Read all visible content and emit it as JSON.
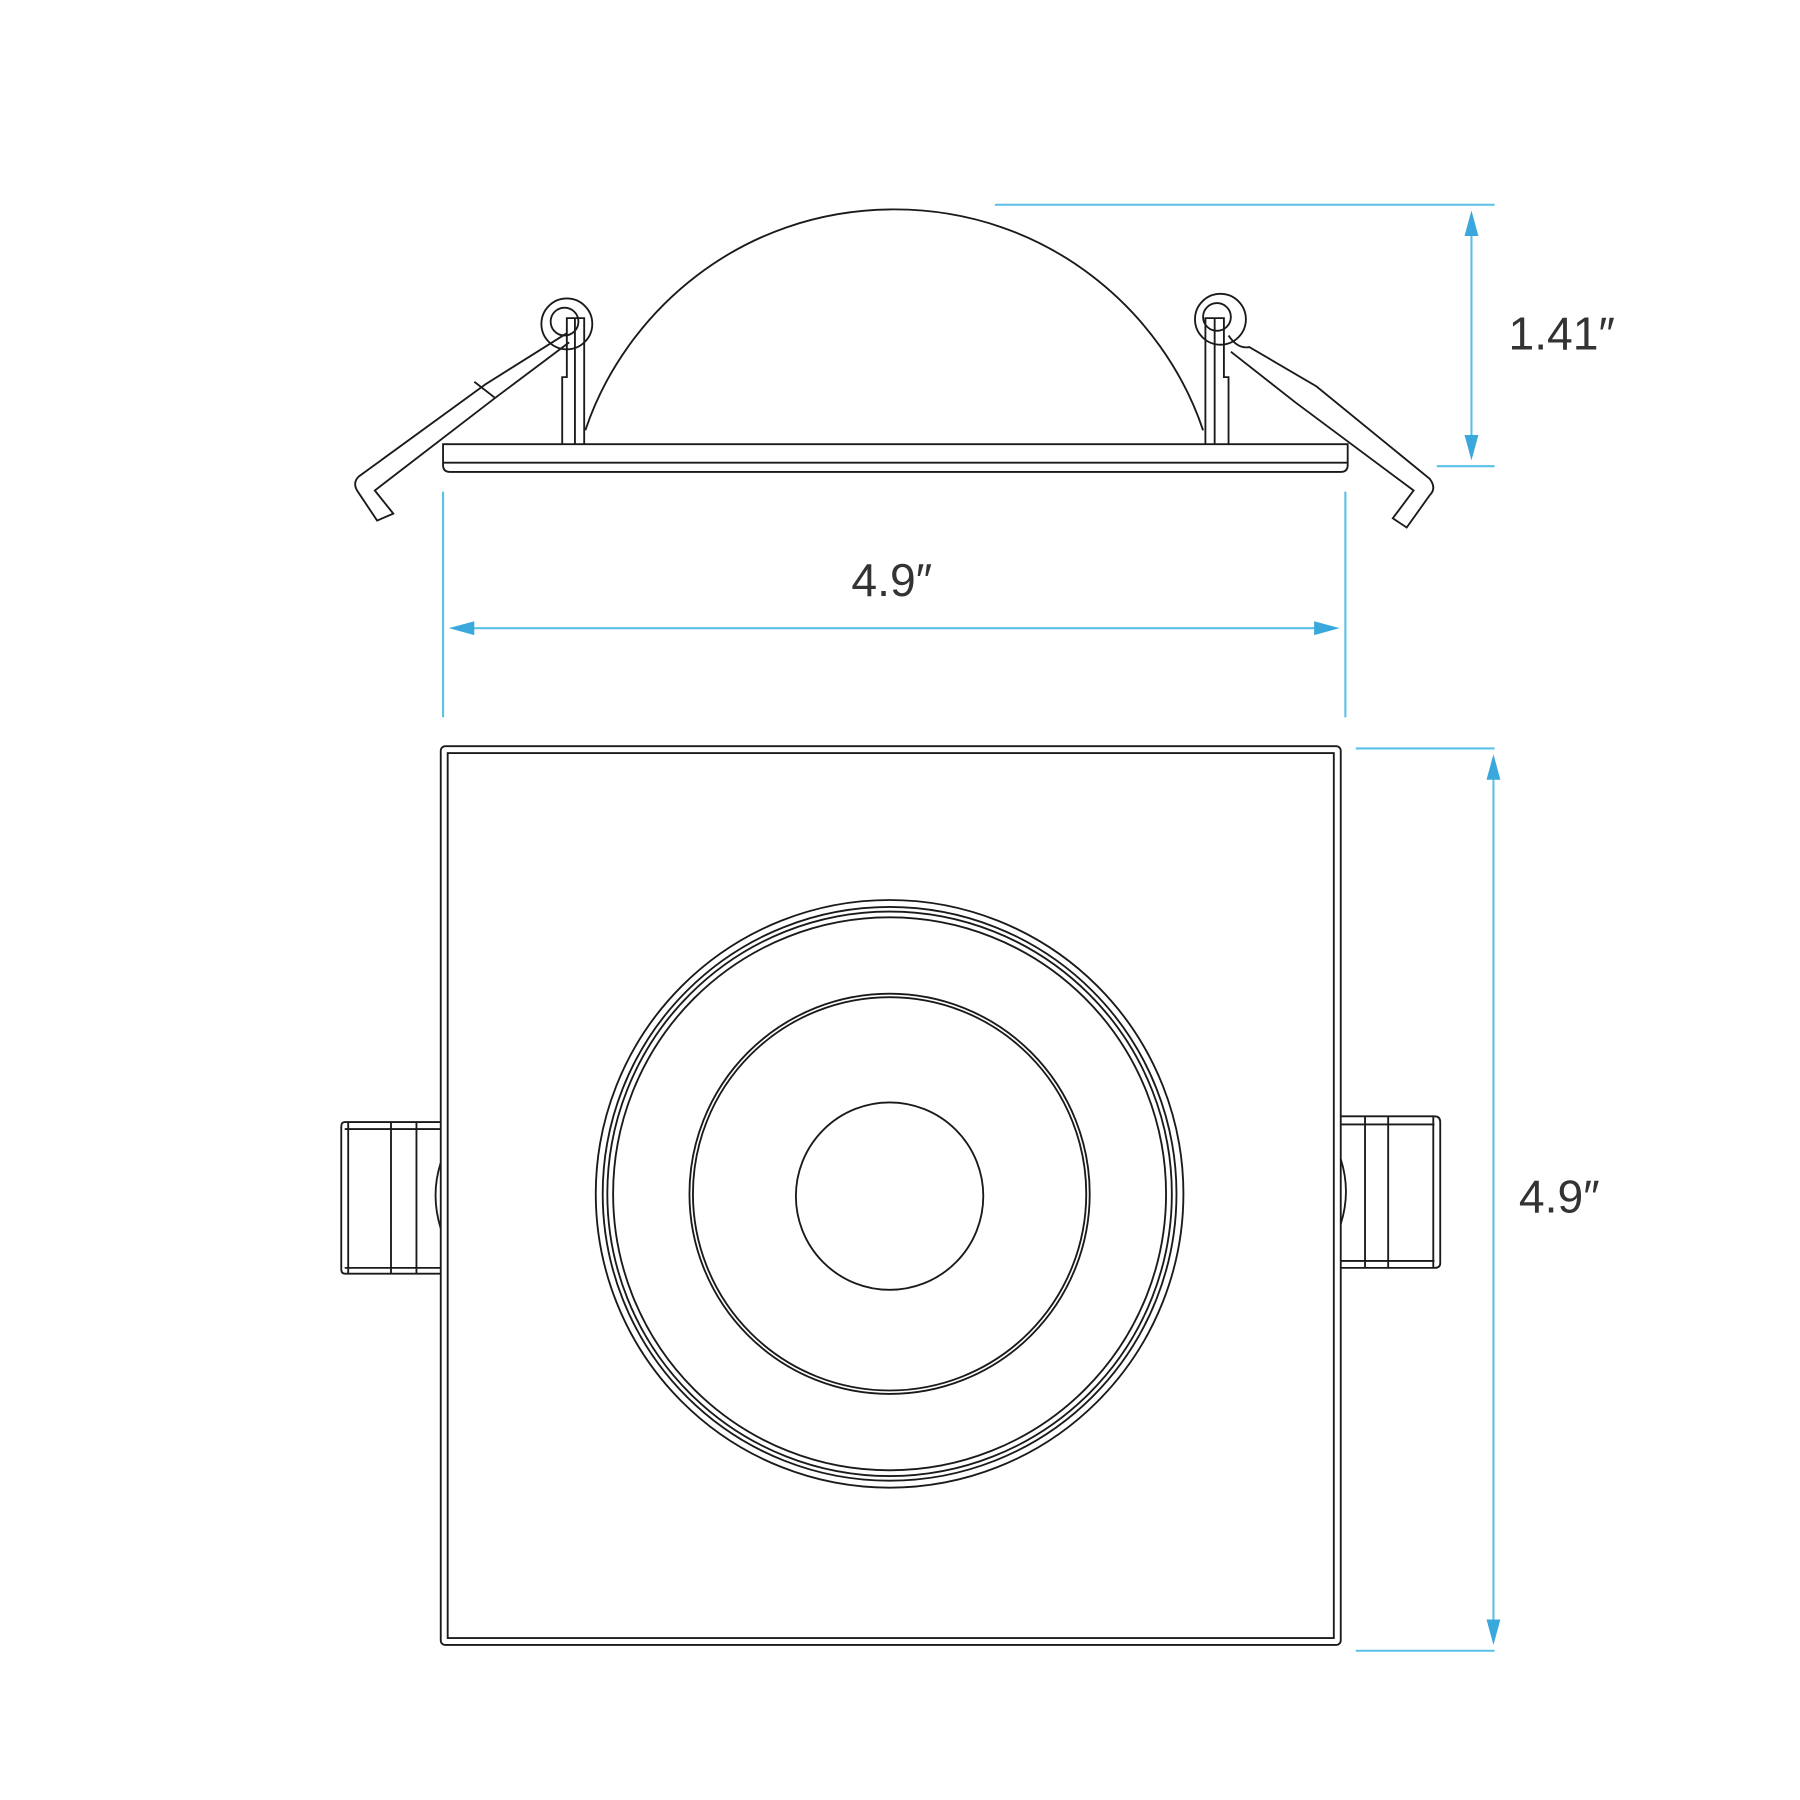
{
  "dimensions": {
    "height_label": "1.41″",
    "width_label": "4.9″",
    "depth_label": "4.9″"
  },
  "colors": {
    "dimension_line": "#5bc0e8",
    "drawing_line": "#1a1a1a"
  }
}
